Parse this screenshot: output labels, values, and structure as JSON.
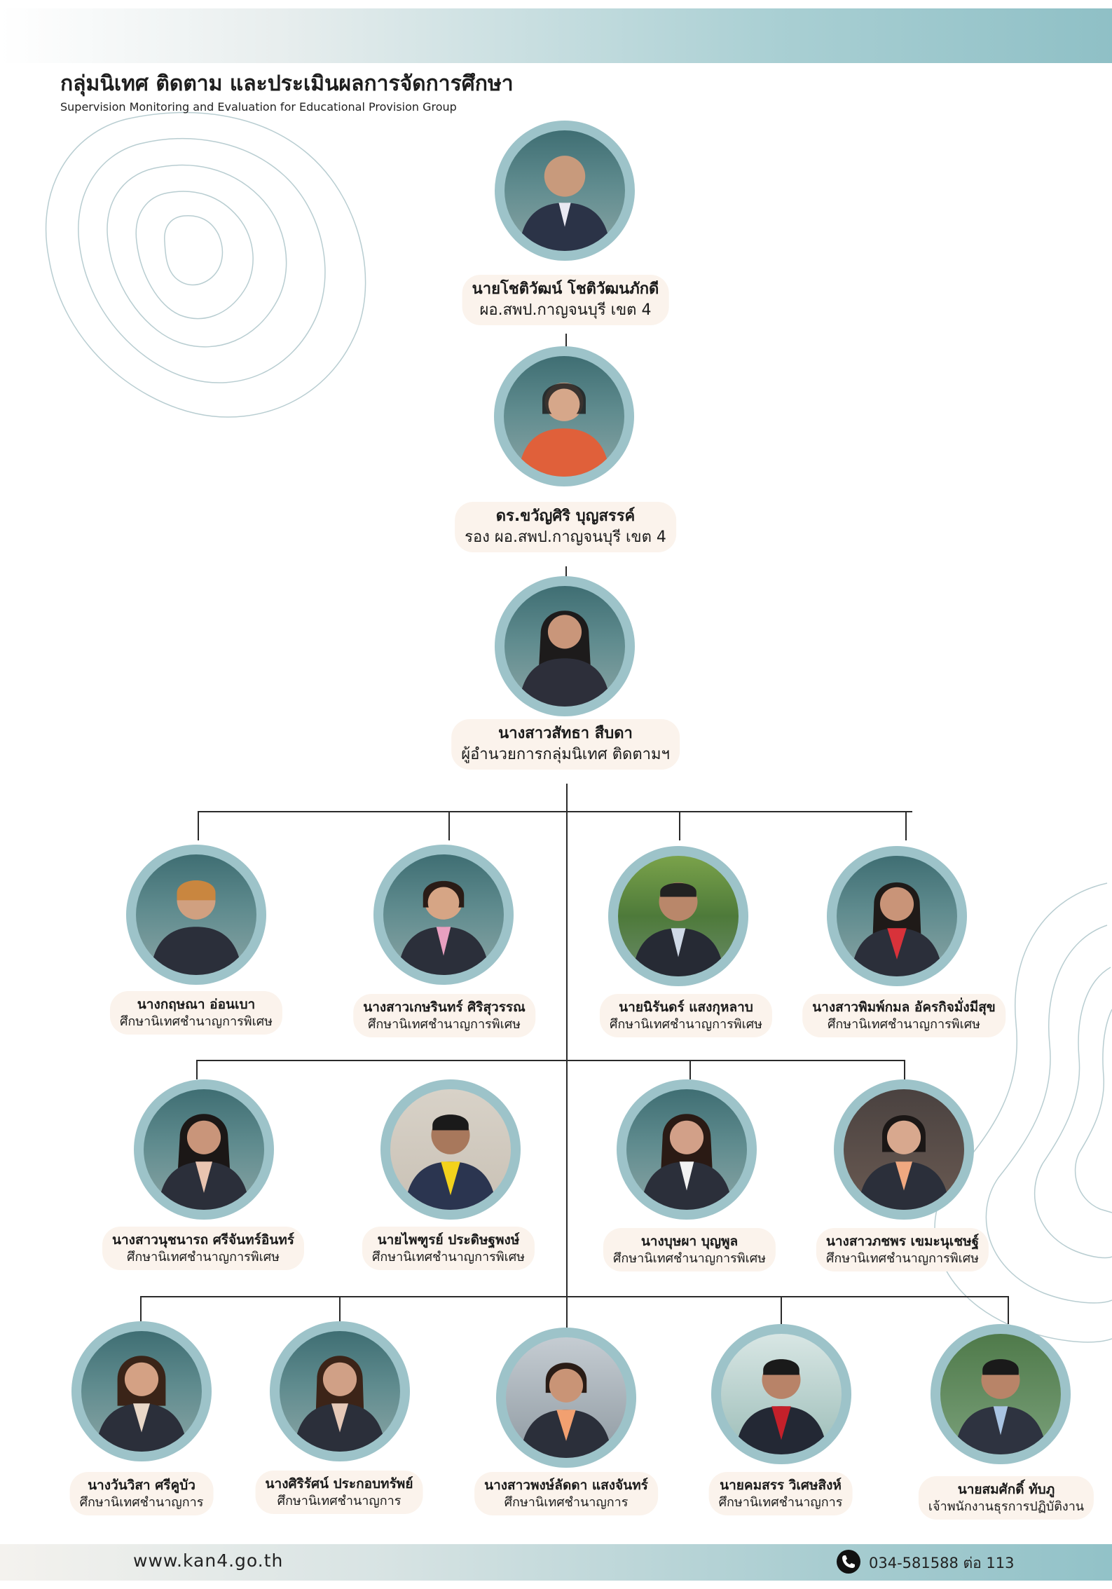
{
  "header": {
    "title_th": "กลุ่มนิเทศ ติดตาม และประเมินผลการจัดการศึกษา",
    "title_en": "Supervision Monitoring and Evaluation for Educational Provision Group"
  },
  "org": {
    "director": {
      "name": "นายโชติวัฒน์ โชติวัฒนภักดี",
      "position": "ผอ.สพป.กาญจนบุรี เขต 4"
    },
    "deputy": {
      "name": "ดร.ขวัญศิริ บุญสรรค์",
      "position": "รอง ผอ.สพป.กาญจนบุรี เขต 4"
    },
    "group_director": {
      "name": "นางสาวสัทธา สืบดา",
      "position": "ผู้อำนวยการกลุ่มนิเทศ ติดตามฯ"
    },
    "row1": [
      {
        "name": "นางกฤษณา อ่อนเบา",
        "position": "ศึกษานิเทศชำนาญการพิเศษ"
      },
      {
        "name": "นางสาวเกษรินทร์ ศิริสุวรรณ",
        "position": "ศึกษานิเทศชำนาญการพิเศษ"
      },
      {
        "name": "นายนิรันดร์ แสงกุหลาบ",
        "position": "ศึกษานิเทศชำนาญการพิเศษ"
      },
      {
        "name": "นางสาวพิมพ์กมล อัครกิจมั่งมีสุข",
        "position": "ศึกษานิเทศชำนาญการพิเศษ"
      }
    ],
    "row2": [
      {
        "name": "นางสาวนุชนารถ ศรีจันทร์อินทร์",
        "position": "ศึกษานิเทศชำนาญการพิเศษ"
      },
      {
        "name": "นายไพฑูรย์ ประดิษฐพงษ์",
        "position": "ศึกษานิเทศชำนาญการพิเศษ"
      },
      {
        "name": "นางบุษผา บุญพูล",
        "position": "ศึกษานิเทศชำนาญการพิเศษ"
      },
      {
        "name": "นางสาวภชพร เขมะนุเชษฐ์",
        "position": "ศึกษานิเทศชำนาญการพิเศษ"
      }
    ],
    "row3": [
      {
        "name": "นางวันวิสา ศรีคูบัว",
        "position": "ศึกษานิเทศชำนาญการ"
      },
      {
        "name": "นางศิริรัศน์ ประกอบทรัพย์",
        "position": "ศึกษานิเทศชำนาญการ"
      },
      {
        "name": "นางสาวพงษ์ลัดดา แสงจันทร์",
        "position": "ศึกษานิเทศชำนาญการ"
      },
      {
        "name": "นายคมสรร วิเศษสิงห์",
        "position": "ศึกษานิเทศชำนาญการ"
      },
      {
        "name": "นายสมศักดิ์ ทับภู",
        "position": "เจ้าพนักงานธุรการปฏิบัติงาน"
      }
    ]
  },
  "footer": {
    "website": "www.kan4.go.th",
    "phone": "034-581588 ต่อ 113"
  },
  "colors": {
    "accent": "#9dc3c9",
    "label_bg": "#fbf3ec",
    "line": "#2b2b2b"
  }
}
